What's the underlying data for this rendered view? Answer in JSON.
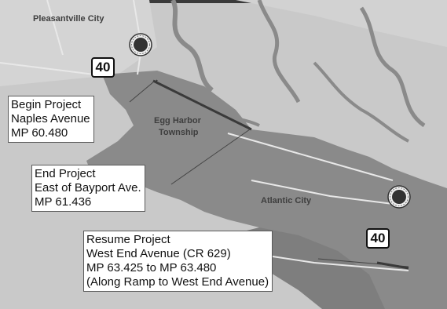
{
  "map": {
    "place_labels": {
      "pleasantville": "Pleasantville City",
      "egg_harbor_line1": "Egg Harbor",
      "egg_harbor_line2": "Township",
      "atlantic_city": "Atlantic City"
    },
    "route_shields": {
      "route_top": "40",
      "route_bottom": "40"
    },
    "callouts": {
      "begin": [
        "Begin Project",
        "Naples Avenue",
        "MP 60.480"
      ],
      "end": [
        "End Project",
        "East of Bayport Ave.",
        "MP 61.436"
      ],
      "resume": [
        "Resume Project",
        "West End Avenue (CR 629)",
        "MP 63.425 to MP 63.480",
        "(Along Ramp to West End Avenue)"
      ]
    },
    "icons": {
      "seal": "municipal-seal-icon",
      "shield": "route-shield-icon"
    },
    "colors": {
      "land": "#c9c9c9",
      "water": "#8a8a8a",
      "road": "#e8e8e8",
      "project_line": "#3a3a3a"
    }
  }
}
